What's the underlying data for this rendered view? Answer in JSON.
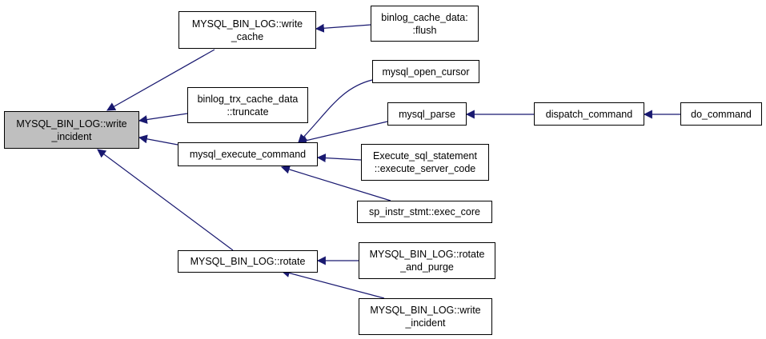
{
  "colors": {
    "edge": "#191970",
    "node_border": "#000000",
    "root_fill": "#bfbfbf",
    "node_fill": "#ffffff"
  },
  "nodes": {
    "root": [
      "MYSQL_BIN_LOG::write",
      "_incident"
    ],
    "write_cache": [
      "MYSQL_BIN_LOG::write",
      "_cache"
    ],
    "cache_flush": [
      "binlog_cache_data:",
      ":flush"
    ],
    "trx_truncate": [
      "binlog_trx_cache_data",
      "::truncate"
    ],
    "execute_command": [
      "mysql_execute_command"
    ],
    "open_cursor": [
      "mysql_open_cursor"
    ],
    "parse": [
      "mysql_parse"
    ],
    "dispatch": [
      "dispatch_command"
    ],
    "do_command": [
      "do_command"
    ],
    "exec_server_code": [
      "Execute_sql_statement",
      "::execute_server_code"
    ],
    "exec_core": [
      "sp_instr_stmt::exec_core"
    ],
    "rotate": [
      "MYSQL_BIN_LOG::rotate"
    ],
    "rotate_and_purge": [
      "MYSQL_BIN_LOG::rotate",
      "_and_purge"
    ],
    "write_incident_2": [
      "MYSQL_BIN_LOG::write",
      "_incident"
    ]
  }
}
